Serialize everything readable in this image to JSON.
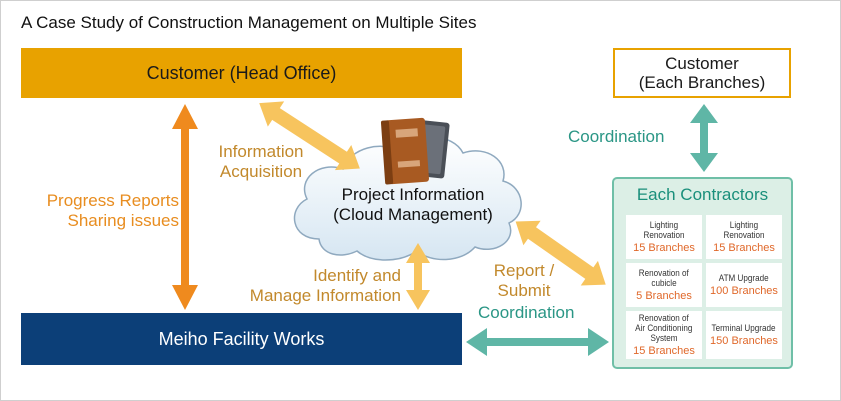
{
  "title": "A Case Study of Construction Management on Multiple Sites",
  "head_office": "Customer (Head Office)",
  "branches": {
    "line1": "Customer",
    "line2": "(Each Branches)"
  },
  "meiho": "Meiho Facility Works",
  "cloud": {
    "line1": "Project Information",
    "line2": "(Cloud Management)"
  },
  "labels": {
    "info_acq_1": "Information",
    "info_acq_2": "Acquisition",
    "progress_1": "Progress Reports",
    "progress_2": "Sharing issues",
    "identify_1": "Identify and",
    "identify_2": "Manage Information",
    "report_1": "Report /",
    "report_2": "Submit",
    "coord_top": "Coordination",
    "coord_bottom": "Coordination"
  },
  "contractors": {
    "title": "Each Contractors",
    "items": [
      {
        "name": [
          "Lighting Renovation"
        ],
        "count": "15 Branches"
      },
      {
        "name": [
          "Lighting Renovation"
        ],
        "count": "15 Branches"
      },
      {
        "name": [
          "Renovation of",
          "cubicle"
        ],
        "count": "5 Branches"
      },
      {
        "name": [
          "ATM Upgrade"
        ],
        "count": "100 Branches"
      },
      {
        "name": [
          "Renovation of",
          "Air Conditioning",
          "System"
        ],
        "count": "15 Branches"
      },
      {
        "name": [
          "Terminal Upgrade"
        ],
        "count": "150 Branches"
      }
    ]
  },
  "colors": {
    "orange": "#e8a200",
    "navy": "#0c3f78",
    "teal": "#6fbfa7",
    "arrow_orange": "#ef8a1e",
    "arrow_yellow": "#f7c45e",
    "arrow_teal": "#5fb6a6"
  },
  "icons": [
    "binders-icon",
    "cloud-icon"
  ]
}
